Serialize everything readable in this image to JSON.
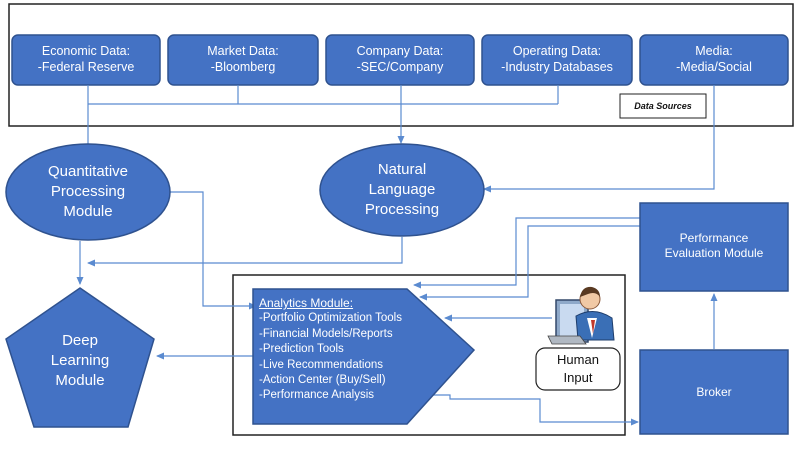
{
  "data_sources": {
    "caption": "Data Sources",
    "items": [
      {
        "title": "Economic Data:",
        "detail": "-Federal Reserve"
      },
      {
        "title": "Market Data:",
        "detail": "-Bloomberg"
      },
      {
        "title": "Company Data:",
        "detail": "-SEC/Company"
      },
      {
        "title": "Operating Data:",
        "detail": "-Industry Databases"
      },
      {
        "title": "Media:",
        "detail": "-Media/Social"
      }
    ]
  },
  "quantitative": {
    "line1": "Quantitative",
    "line2": "Processing",
    "line3": "Module"
  },
  "nlp": {
    "line1": "Natural",
    "line2": "Language",
    "line3": "Processing"
  },
  "deep_learning": {
    "line1": "Deep",
    "line2": "Learning",
    "line3": "Module"
  },
  "performance": {
    "line1": "Performance",
    "line2": "Evaluation Module"
  },
  "broker": {
    "label": "Broker"
  },
  "human_input": {
    "line1": "Human",
    "line2": "Input",
    "icon": "person-at-computer-icon"
  },
  "analytics": {
    "heading": "Analytics Module:",
    "items": [
      "-Portfolio Optimization Tools",
      "-Financial Models/Reports",
      "-Prediction Tools",
      "-Live Recommendations",
      "-Action Center (Buy/Sell)",
      "-Performance Analysis"
    ]
  },
  "colors": {
    "node_fill": "#4472c4",
    "node_stroke": "#2f528f",
    "arrow": "#5b8bd0",
    "frame": "#222222"
  }
}
